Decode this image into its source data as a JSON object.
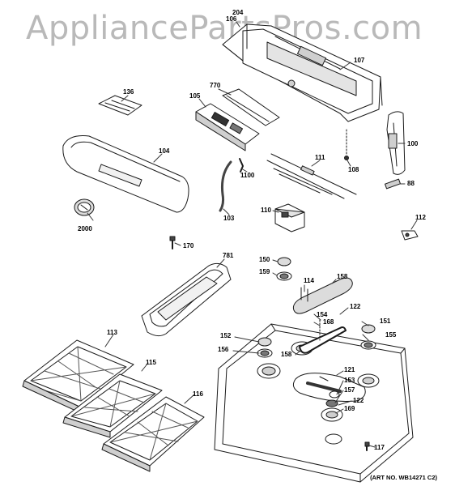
{
  "watermark": "AppliancePartsPros.com",
  "art_number": "(ART NO. WB14271 C2)",
  "colors": {
    "line": "#1a1a1a",
    "fill": "#ffffff",
    "shade": "#cfcfcf",
    "dark": "#555555",
    "watermark": "#b9b9b9"
  },
  "parts": {
    "p204": "204",
    "p106": "106",
    "p107": "107",
    "p136": "136",
    "p770": "770",
    "p105": "105",
    "p104": "104",
    "p100": "100",
    "p111": "111",
    "p108": "108",
    "p1100": "1100",
    "p88": "88",
    "p103": "103",
    "p110": "110",
    "p112": "112",
    "p2000": "2000",
    "p170": "170",
    "p781": "781",
    "p150": "150",
    "p159": "159",
    "p114": "114",
    "p158a": "158",
    "p154": "154",
    "p122a": "122",
    "p151": "151",
    "p168": "168",
    "p155": "155",
    "p113": "113",
    "p152": "152",
    "p156": "156",
    "p158b": "158",
    "p121": "121",
    "p115": "115",
    "p153": "153",
    "p157": "157",
    "p122b": "122",
    "p116": "116",
    "p169": "169",
    "p117": "117"
  }
}
